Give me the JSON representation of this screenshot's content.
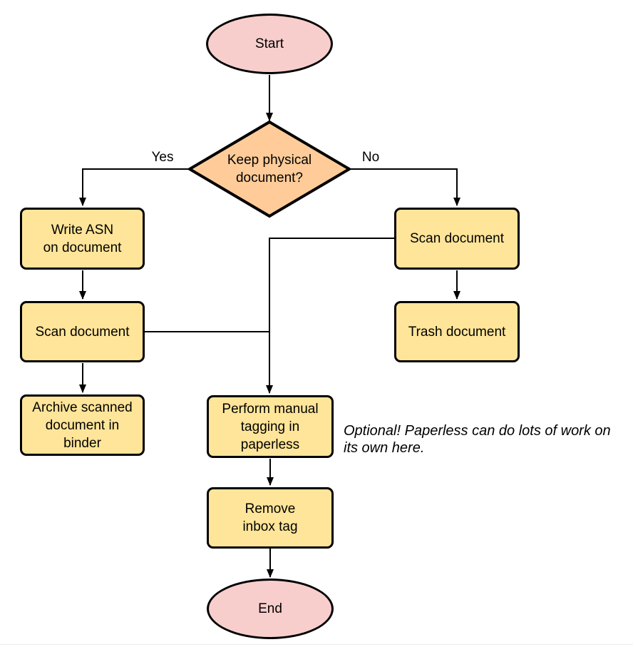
{
  "diagram": {
    "type": "flowchart",
    "nodes": {
      "start": {
        "label": "Start",
        "shape": "terminator",
        "fill": "#f8cecc"
      },
      "decision": {
        "label": "Keep physical\ndocument?",
        "shape": "decision",
        "fill": "#ffcc99"
      },
      "write_asn": {
        "label": "Write ASN\non document",
        "shape": "process",
        "fill": "#ffe599"
      },
      "scan_left": {
        "label": "Scan document",
        "shape": "process",
        "fill": "#ffe599"
      },
      "archive": {
        "label": "Archive scanned\ndocument in\nbinder",
        "shape": "process",
        "fill": "#ffe599"
      },
      "scan_right": {
        "label": "Scan document",
        "shape": "process",
        "fill": "#ffe599"
      },
      "trash": {
        "label": "Trash document",
        "shape": "process",
        "fill": "#ffe599"
      },
      "tagging": {
        "label": "Perform manual\ntagging in\npaperless",
        "shape": "process",
        "fill": "#ffe599"
      },
      "remove_inbox": {
        "label": "Remove\ninbox tag",
        "shape": "process",
        "fill": "#ffe599"
      },
      "end": {
        "label": "End",
        "shape": "terminator",
        "fill": "#f8cecc"
      }
    },
    "edge_labels": {
      "yes": "Yes",
      "no": "No"
    },
    "annotation": "Optional! Paperless can do lots of work on\nits own here.",
    "colors": {
      "terminator_fill": "#f8cecc",
      "decision_fill": "#ffcc99",
      "process_fill": "#ffe599",
      "stroke": "#000000",
      "connector": "#000000",
      "background": "#ffffff"
    }
  }
}
